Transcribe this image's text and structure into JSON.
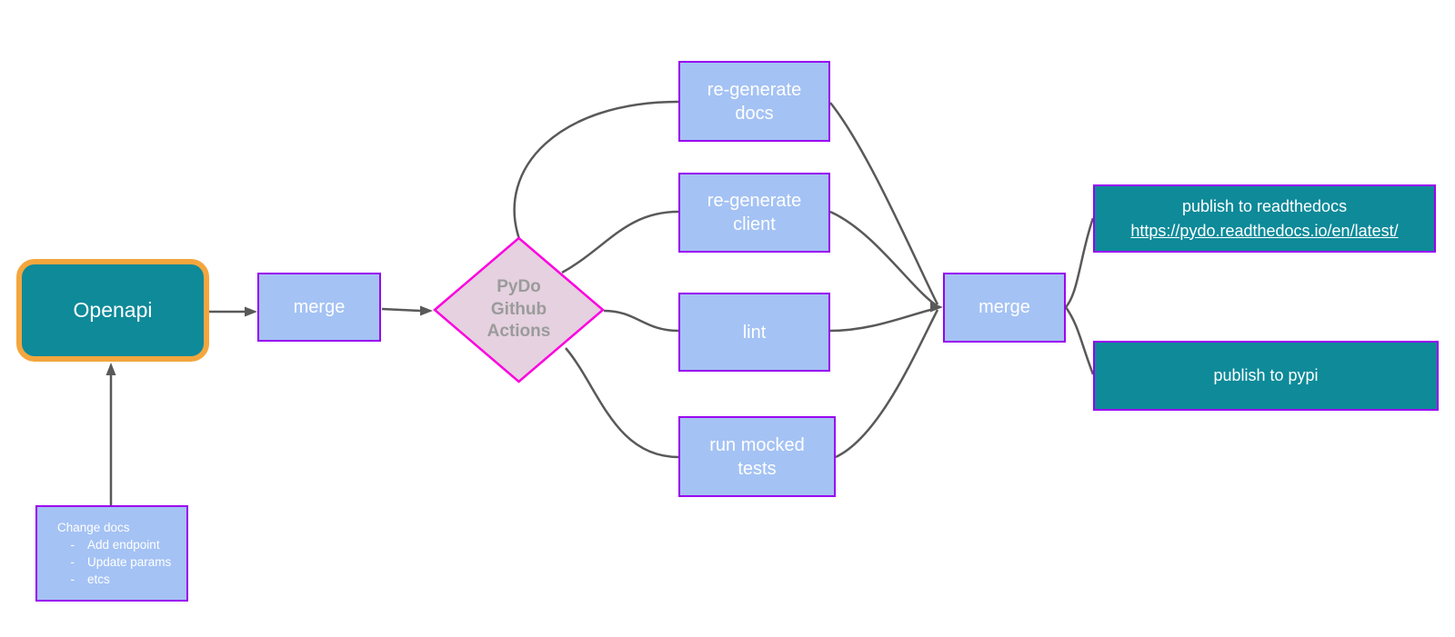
{
  "nodes": {
    "openapi": {
      "label": "Openapi"
    },
    "change_docs": {
      "title": "Change docs",
      "bullet": "-",
      "items": [
        "Add endpoint",
        "Update params",
        "etcs"
      ]
    },
    "merge_left": {
      "label": "merge"
    },
    "decision": {
      "label": "PyDo\nGithub\nActions"
    },
    "regenerate_docs": {
      "label": "re-generate\ndocs"
    },
    "regenerate_client": {
      "label": "re-generate\nclient"
    },
    "lint": {
      "label": "lint"
    },
    "run_mocked_tests": {
      "label": "run mocked\ntests"
    },
    "merge_right": {
      "label": "merge"
    },
    "publish_readthedocs": {
      "label": "publish to readthedocs",
      "link": "https://pydo.readthedocs.io/en/latest/"
    },
    "publish_pypi": {
      "label": "publish to pypi"
    }
  },
  "colors": {
    "teal_fill": "#0e8a99",
    "orange_border": "#f4a63e",
    "blue_fill": "#a4c2f4",
    "purple_border": "#9900f0",
    "diamond_fill": "#e5d1df",
    "magenta_border": "#fb00e0",
    "diamond_text": "#9b9b9b",
    "connector": "#595959",
    "node_text": "#ffffff"
  }
}
